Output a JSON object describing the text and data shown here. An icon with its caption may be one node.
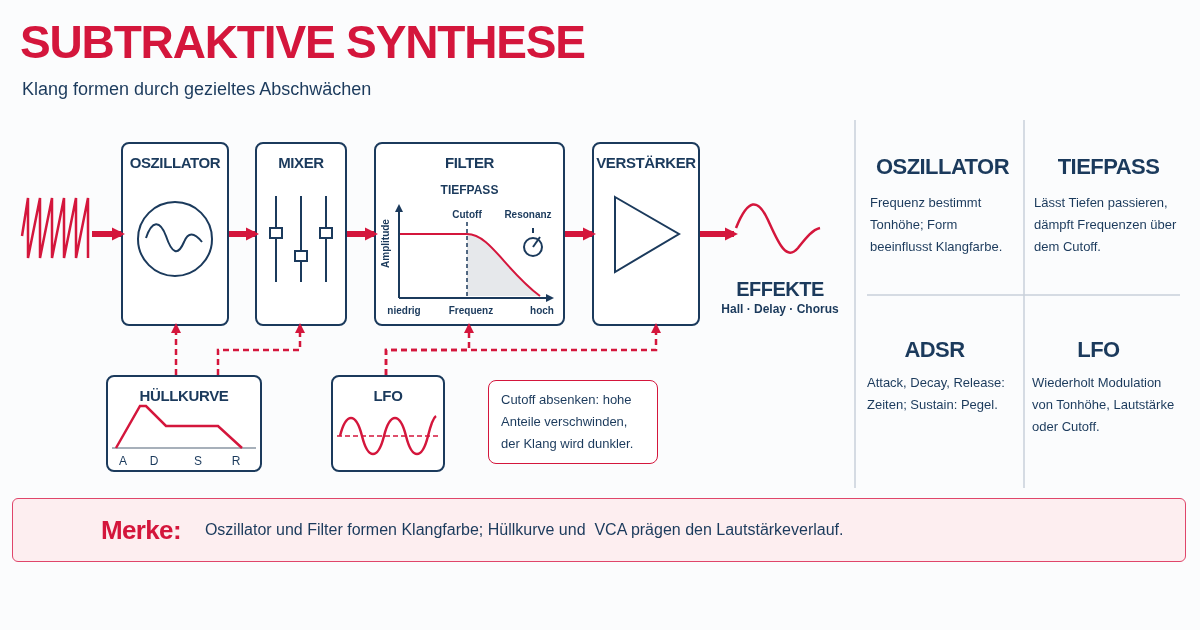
{
  "diagram": {
    "title": "SUBTRAKTIVE SYNTHESE",
    "caption": "Klang formen durch gezieltes Abschwächen",
    "nodes": [
      {
        "text": [],
        "shape": "picture"
      },
      {
        "text": [
          "OSZILLATOR"
        ]
      },
      {
        "text": [
          "MIXER"
        ]
      },
      {
        "text": [
          "FILTER",
          "TIEFPASS"
        ]
      },
      {
        "text": [
          "VERSTÄRKER"
        ]
      },
      {
        "text": [],
        "shape": "picture",
        "beside": [
          "EFFEKTE",
          "Hall · Delay · Chorus"
        ]
      },
      {
        "text": [
          "HÜLLKURVE"
        ]
      },
      {
        "text": [
          "LFO"
        ]
      },
      {
        "text": [
          "Cutoff absenken: hohe Anteile verschwinden, der Klang wird dunkler."
        ]
      },
      {
        "text": [
          "Merke:",
          "Oszillator und Filter formen Klangfarbe; Hüllkurve und  VCA prägen den Lautstärkeverlauf."
        ]
      }
    ],
    "edges": [
      {
        "from": 0,
        "to": 1,
        "arrow": "to"
      },
      {
        "from": 1,
        "to": 2,
        "arrow": "to"
      },
      {
        "from": 2,
        "to": 3,
        "arrow": "to"
      },
      {
        "from": 3,
        "to": 4,
        "arrow": "to"
      },
      {
        "from": 4,
        "to": 5,
        "arrow": "to"
      },
      {
        "from": 6,
        "to": 1,
        "arrow": "to",
        "style": "dashed"
      },
      {
        "from": 6,
        "to": 2,
        "arrow": "to",
        "style": "dashed"
      },
      {
        "from": 7,
        "to": 3,
        "arrow": "to",
        "style": "dashed"
      },
      {
        "from": 7,
        "to": 4,
        "arrow": "to",
        "style": "dashed"
      }
    ],
    "labels": [
      "Cutoff",
      "Resonanz",
      "Amplitude",
      "niedrig",
      "Frequenz",
      "hoch",
      "A",
      "D",
      "S",
      "R",
      "OSZILLATOR",
      "Frequenz bestimmt Tonhöhe; Form beeinflusst Klangfarbe.",
      "TIEFPASS",
      "Lässt Tiefen passieren, dämpft Frequenzen über dem Cutoff.",
      "ADSR",
      "Attack, Decay, Release: Zeiten; Sustain: Pegel.",
      "LFO",
      "Wiederholt Modulation von Tonhöhe, Lautstärke oder Cutoff."
    ]
  }
}
